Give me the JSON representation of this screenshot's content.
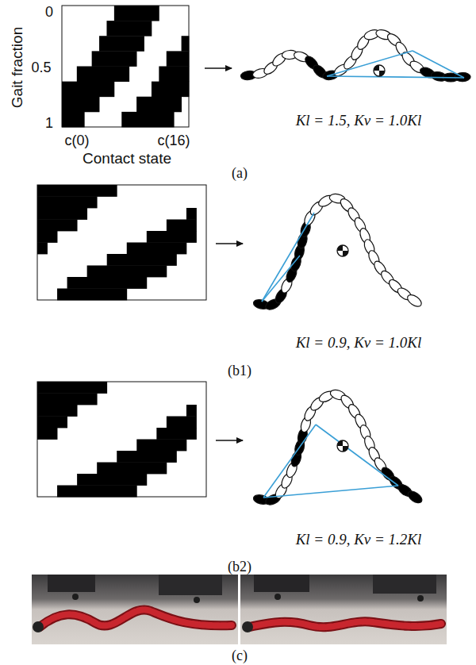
{
  "diagram": {
    "labels": [
      "0",
      "0.5",
      "1",
      "Gait fraction",
      "c(0)",
      "c(16)",
      "Contact state",
      "Kl = 1.5, Kv = 1.0Kl",
      "(a)",
      "Kl = 0.9, Kv = 1.0Kl",
      "(b1)",
      "Kl = 0.9, Kv = 1.2Kl",
      "(b2)",
      "(c)"
    ]
  }
}
